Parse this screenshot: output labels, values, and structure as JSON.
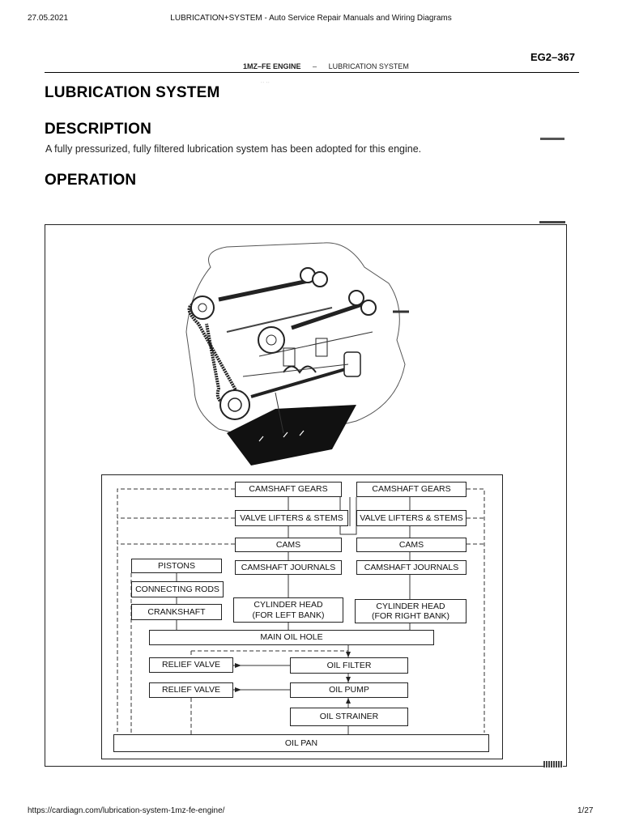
{
  "browser_header": {
    "date": "27.05.2021",
    "title": "LUBRICATION+SYSTEM - Auto Service Repair Manuals and Wiring Diagrams"
  },
  "manual_header": {
    "page_code": "EG2–367",
    "engine": "1MZ–FE ENGINE",
    "separator": "–",
    "section": "LUBRICATION SYSTEM"
  },
  "content": {
    "title": "LUBRICATION SYSTEM",
    "description_heading": "DESCRIPTION",
    "description_text": "A fully pressurized, fully filtered lubrication system has been adopted for this engine.",
    "operation_heading": "OPERATION"
  },
  "flow_diagram": {
    "camshaft_gears_left": "CAMSHAFT GEARS",
    "camshaft_gears_right": "CAMSHAFT GEARS",
    "valve_lifters_left": "VALVE LIFTERS & STEMS",
    "valve_lifters_right": "VALVE LIFTERS & STEMS",
    "cams_left": "CAMS",
    "cams_right": "CAMS",
    "pistons": "PISTONS",
    "camshaft_journals_left": "CAMSHAFT JOURNALS",
    "camshaft_journals_right": "CAMSHAFT JOURNALS",
    "connecting_rods": "CONNECTING RODS",
    "crankshaft": "CRANKSHAFT",
    "cylinder_head_left_1": "CYLINDER HEAD",
    "cylinder_head_left_2": "(FOR LEFT BANK)",
    "cylinder_head_right_1": "CYLINDER HEAD",
    "cylinder_head_right_2": "(FOR RIGHT BANK)",
    "main_oil_hole": "MAIN OIL HOLE",
    "relief_valve_1": "RELIEF VALVE",
    "oil_filter": "OIL FILTER",
    "relief_valve_2": "RELIEF VALVE",
    "oil_pump": "OIL PUMP",
    "oil_strainer": "OIL STRAINER",
    "oil_pan": "OIL PAN"
  },
  "browser_footer": {
    "url": "https://cardiagn.com/lubrication-system-1mz-fe-engine/",
    "page": "1/27"
  }
}
